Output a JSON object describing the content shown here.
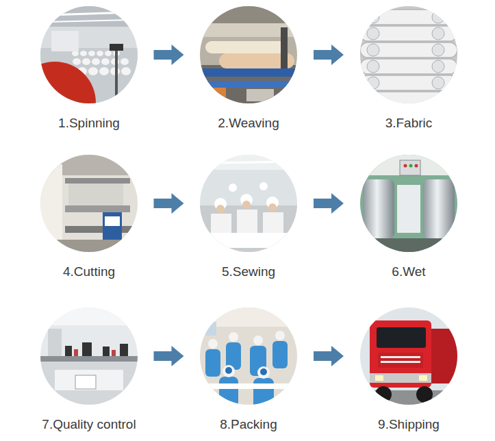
{
  "diagram": {
    "nodes": [
      {
        "text": [
          "1.Spinning"
        ]
      },
      {
        "text": [
          "2.Weaving"
        ]
      },
      {
        "text": [
          "3.Fabric"
        ]
      },
      {
        "text": [
          "4.Cutting"
        ]
      },
      {
        "text": [
          "5.Sewing"
        ]
      },
      {
        "text": [
          "6.Wet"
        ]
      },
      {
        "text": [
          "7.Quality control"
        ]
      },
      {
        "text": [
          "8.Packing"
        ]
      },
      {
        "text": [
          "9.Shipping"
        ]
      }
    ],
    "edges": [
      {
        "from": 0,
        "to": 1,
        "arrow": "to"
      },
      {
        "from": 1,
        "to": 2,
        "arrow": "to"
      },
      {
        "from": 3,
        "to": 4,
        "arrow": "to"
      },
      {
        "from": 4,
        "to": 5,
        "arrow": "to"
      },
      {
        "from": 6,
        "to": 7,
        "arrow": "to"
      },
      {
        "from": 7,
        "to": 8,
        "arrow": "to"
      }
    ]
  }
}
